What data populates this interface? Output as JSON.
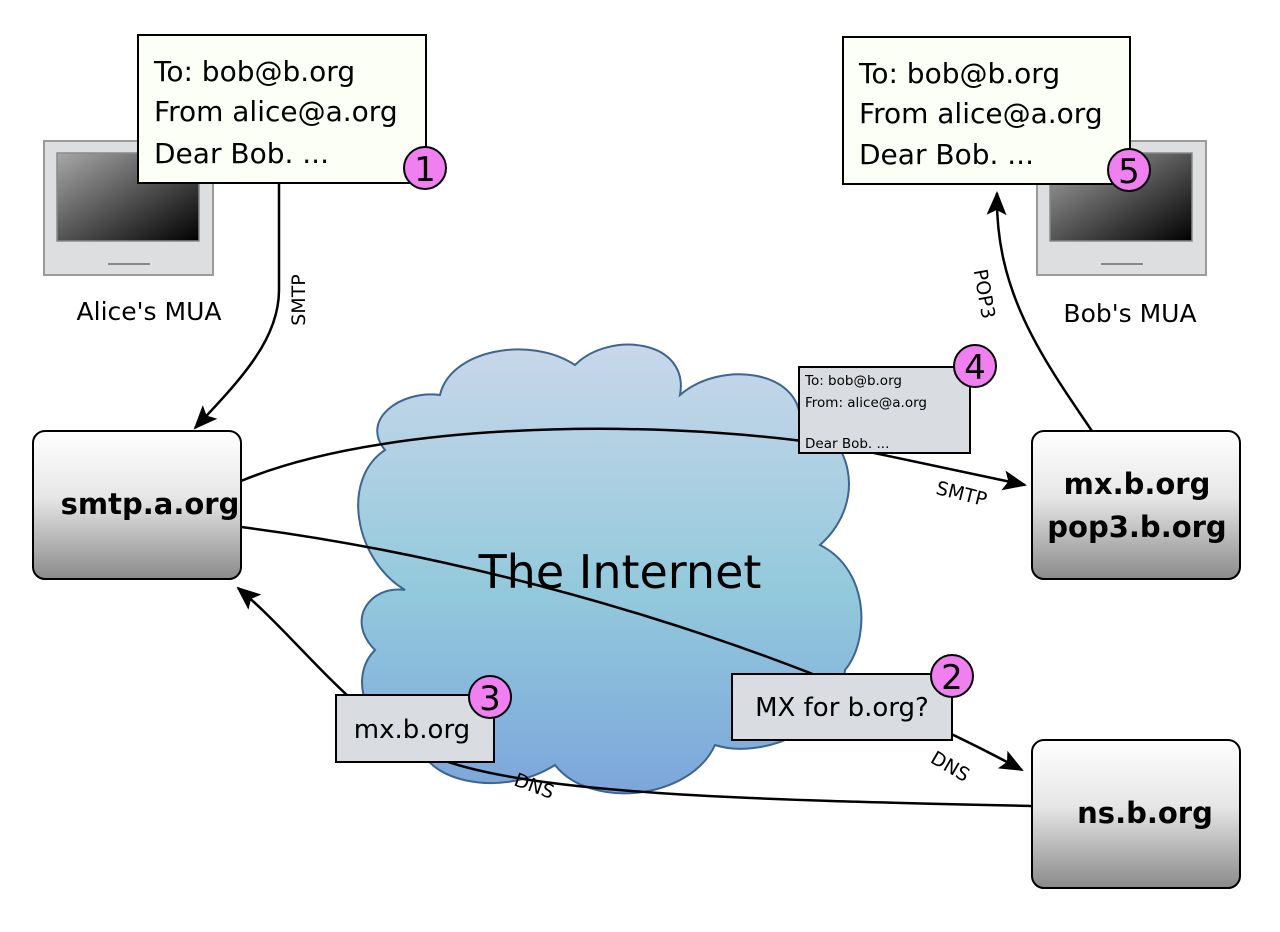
{
  "messages": {
    "step1": {
      "badge": "1",
      "lines": [
        "To: bob@b.org",
        "From alice@a.org",
        "Dear Bob. ..."
      ]
    },
    "step5": {
      "badge": "5",
      "lines": [
        "To: bob@b.org",
        "From alice@a.org",
        "Dear Bob. ..."
      ]
    },
    "step4": {
      "badge": "4",
      "lines": [
        "To: bob@b.org",
        "From: alice@a.org",
        "Dear Bob. ..."
      ]
    },
    "step2": {
      "badge": "2",
      "text": "MX for b.org?"
    },
    "step3": {
      "badge": "3",
      "text": "mx.b.org"
    }
  },
  "clients": {
    "alice": "Alice's MUA",
    "bob": "Bob's MUA"
  },
  "hosts": {
    "smtp_a": "smtp.a.org",
    "mx_line1": "mx.b.org",
    "mx_line2": "pop3.b.org",
    "ns": "ns.b.org"
  },
  "cloud_label": "The Internet",
  "protocols": {
    "alice_smtp": "SMTP",
    "relay_smtp": "SMTP",
    "pop3": "POP3",
    "dns_query": "DNS",
    "dns_reply": "DNS"
  },
  "colors": {
    "badge": "#f07ff0",
    "message_note": "#fbfff5",
    "message_grey": "#d9dce0",
    "cloud_top": "#c9d7ea",
    "cloud_bottom": "#7ca6db"
  }
}
